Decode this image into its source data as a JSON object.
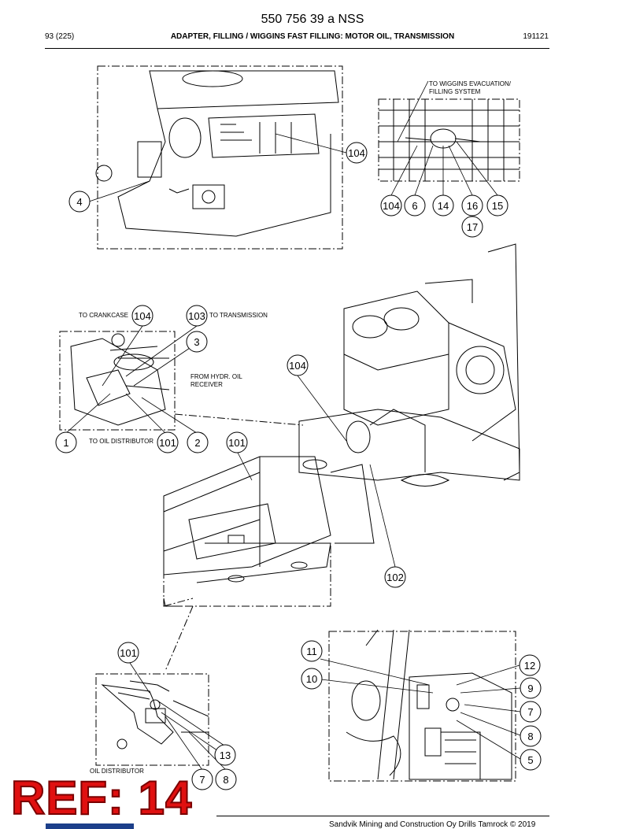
{
  "header": {
    "doc_number": "550 756 39 a NSS",
    "page": "93 (225)",
    "section_title": "ADAPTER, FILLING / WIGGINS FAST FILLING: MOTOR OIL, TRANSMISSION",
    "date_code": "191121"
  },
  "annotations": {
    "wiggins_line1": "TO WIGGINS EVACUATION/",
    "wiggins_line2": "FILLING SYSTEM",
    "crankcase": "TO CRANKCASE",
    "transmission": "TO TRANSMISSION",
    "hydr_line1": "FROM HYDR. OIL",
    "hydr_line2": "RECEIVER",
    "oil_distributor_to": "TO OIL DISTRIBUTOR",
    "oil_distributor": "OIL DISTRIBUTOR"
  },
  "callouts": {
    "c104_a": "104",
    "c4": "4",
    "c104_b": "104",
    "c6": "6",
    "c14": "14",
    "c16": "16",
    "c15": "15",
    "c17": "17",
    "c104_c": "104",
    "c103": "103",
    "c3": "3",
    "c104_d": "104",
    "c1": "1",
    "c101_a": "101",
    "c2": "2",
    "c101_b": "101",
    "c102": "102",
    "c101_c": "101",
    "c13": "13",
    "c7_a": "7",
    "c8_a": "8",
    "c11": "11",
    "c12": "12",
    "c10": "10",
    "c9": "9",
    "c7_b": "7",
    "c8_b": "8",
    "c5": "5"
  },
  "footer": {
    "copyright": "Sandvik Mining and Construction Oy Drills Tamrock © 2019"
  },
  "stamp": {
    "ref_text": "REF: 14"
  }
}
